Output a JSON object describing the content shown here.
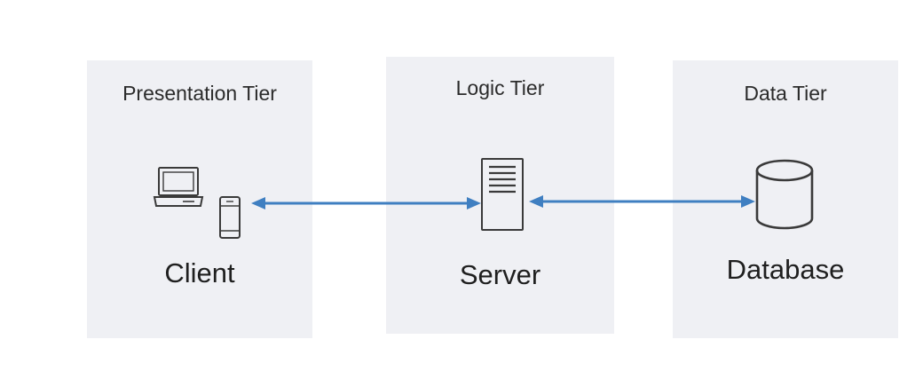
{
  "tiers": {
    "presentation": {
      "title": "Presentation Tier",
      "node": "Client"
    },
    "logic": {
      "title": "Logic Tier",
      "node": "Server"
    },
    "data": {
      "title": "Data Tier",
      "node": "Database"
    }
  },
  "icons": {
    "client": [
      "laptop-icon",
      "mobile-phone-icon"
    ],
    "server": "server-icon",
    "database": "database-icon"
  },
  "colors": {
    "tier_background": "#eff0f4",
    "arrow": "#3f7fc1",
    "icon_stroke": "#3a3a3a",
    "text": "#2b2b2b"
  }
}
